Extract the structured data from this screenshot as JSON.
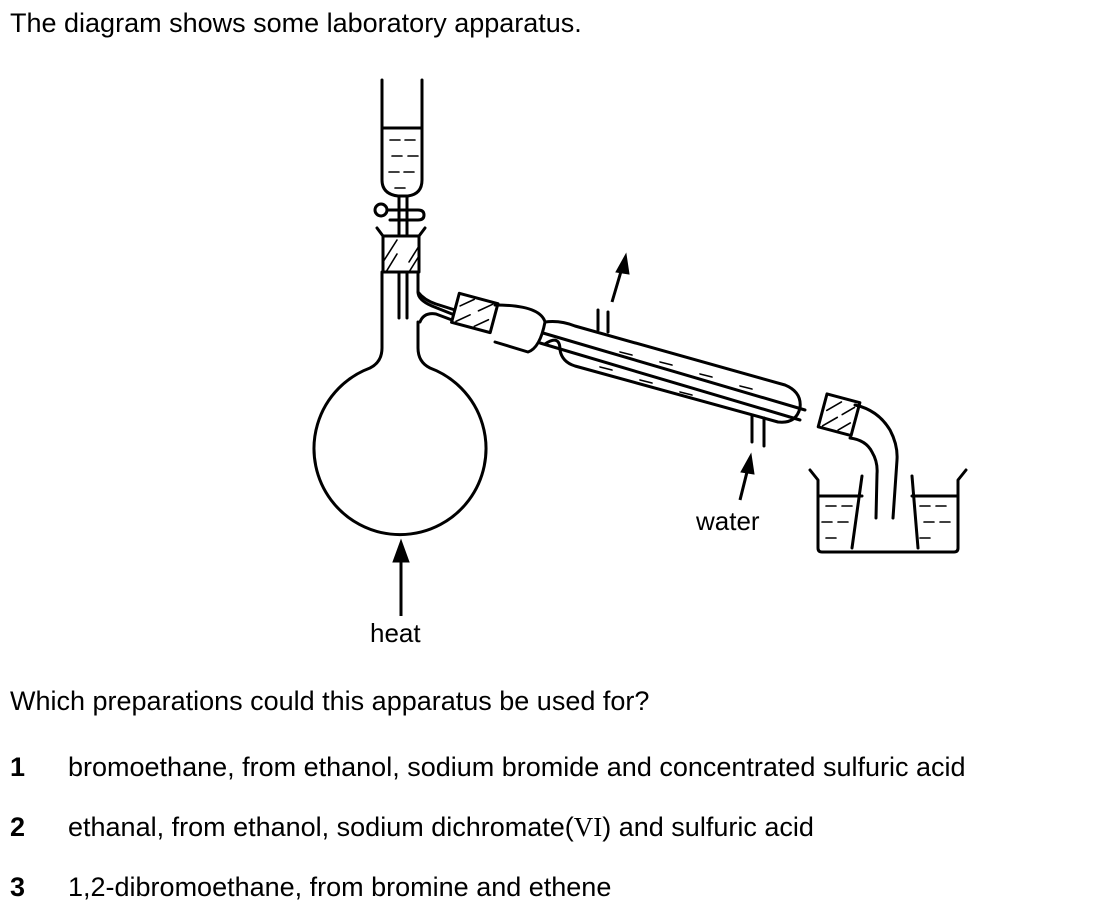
{
  "intro": "The diagram shows some laboratory apparatus.",
  "diagram": {
    "label_heat": "heat",
    "label_water": "water"
  },
  "question": "Which preparations could this apparatus be used for?",
  "options": [
    {
      "num": "1",
      "text": "bromoethane, from ethanol, sodium bromide and concentrated sulfuric acid"
    },
    {
      "num": "2",
      "text_a": "ethanal, from ethanol, sodium dichromate(",
      "text_roman": "VI",
      "text_b": ") and sulfuric acid"
    },
    {
      "num": "3",
      "text": "1,2-dibromoethane, from bromine and ethene"
    }
  ]
}
